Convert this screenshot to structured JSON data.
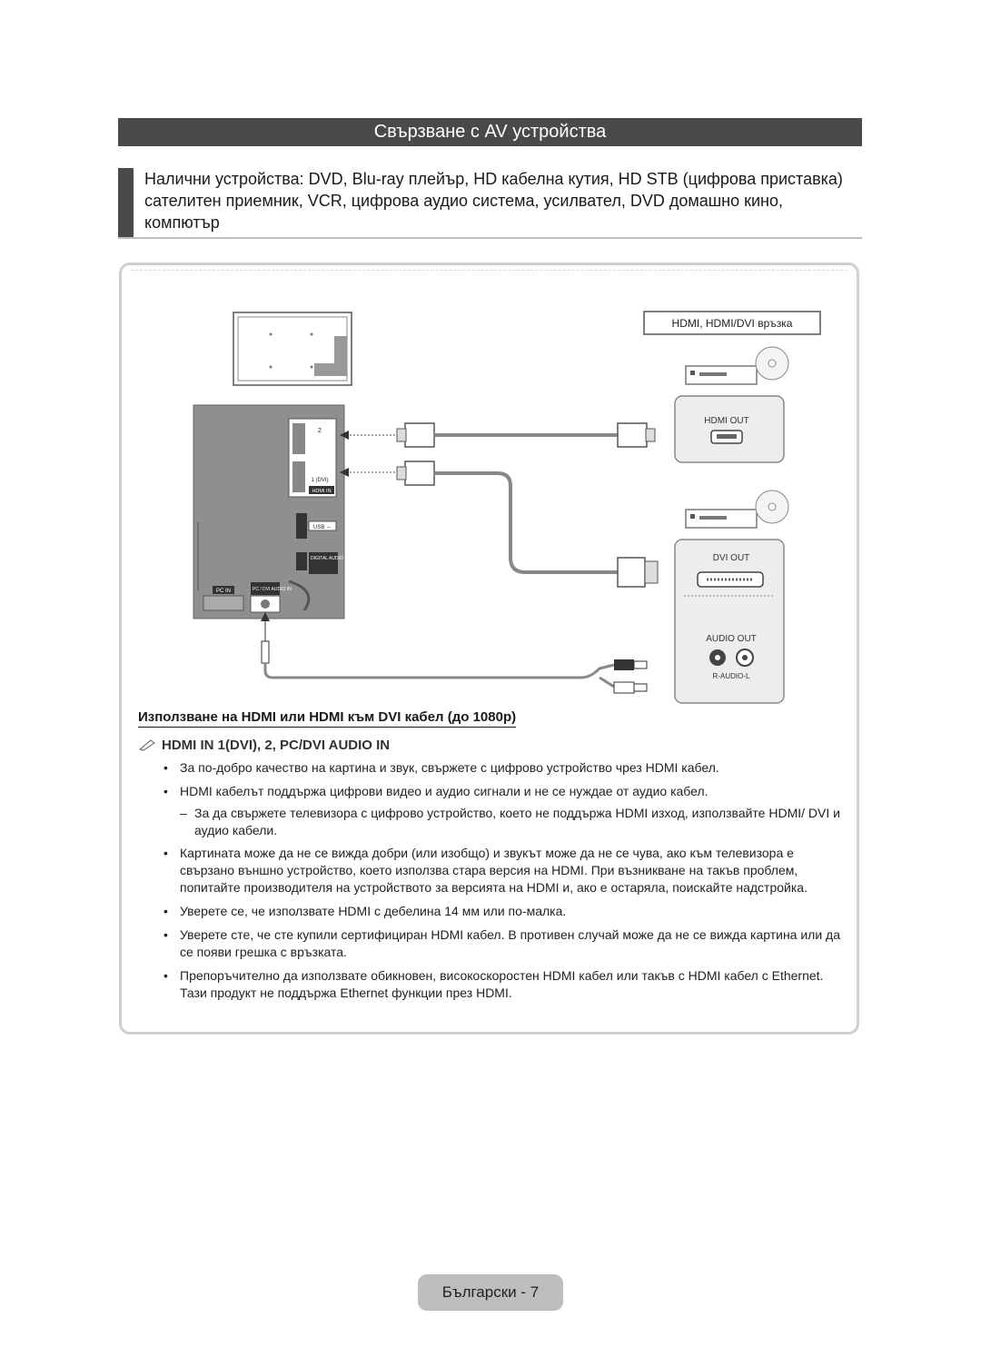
{
  "section_title": "Свързване с AV устройства",
  "intro_text": "Налични устройства: DVD, Blu-ray плейър, HD кабелна кутия, HD STB (цифрова приставка) сателитен приемник, VCR, цифрова аудио система, усилвател, DVD домашно кино, компютър",
  "diagram": {
    "label_box": "HDMI, HDMI/DVI връзка",
    "hdmi_out": "HDMI OUT",
    "dvi_out": "DVI OUT",
    "audio_out": "AUDIO OUT",
    "r_audio_l": "R-AUDIO-L",
    "port_2": "2",
    "port_1dvi": "1 (DVI)",
    "hdmi_in": "HDMI IN",
    "digital_audio": "DIGITAL AUDIO OUT (OPTICAL)",
    "pc_in": "PC IN",
    "pc_dvi_audio_in": "PC / DVI AUDIO IN"
  },
  "subheading": "Използване на HDMI или HDMI към DVI кабел (до 1080p)",
  "note": "HDMI IN 1(DVI), 2, PC/DVI AUDIO IN",
  "bullets": [
    "За по-добро качество на картина и звук, свържете с цифрово устройство чрез HDMI кабел.",
    "HDMI кабелът поддържа цифрови видео и аудио сигнали и не се нуждае от аудио кабел.",
    "Картината може да не се вижда добри (или изобщо) и звукът може да не се чува, ако към телевизора е свързано външно устройство, което използва стара версия на HDMI. При възникване на такъв проблем, попитайте производителя на устройството за версията на HDMI и, ако е остаряла, поискайте надстройка.",
    "Уверете се, че използвате HDMI с дебелина 14 мм или по-малка.",
    "Уверете сте, че сте купили сертифициран HDMI кабел.  В противен случай може да не се вижда картина или да се появи грешка с връзката.",
    "Препоръчително да използвате обикновен, високоскоростен HDMI кабел или такъв с HDMI кабел с Ethernet. Тази продукт не поддържа Ethernet функции през HDMI."
  ],
  "sub_bullet": "За да свържете телевизора с цифрово устройство, което не поддържа HDMI изход, използвайте HDMI/ DVI и аудио кабели.",
  "footer": "Български - 7"
}
